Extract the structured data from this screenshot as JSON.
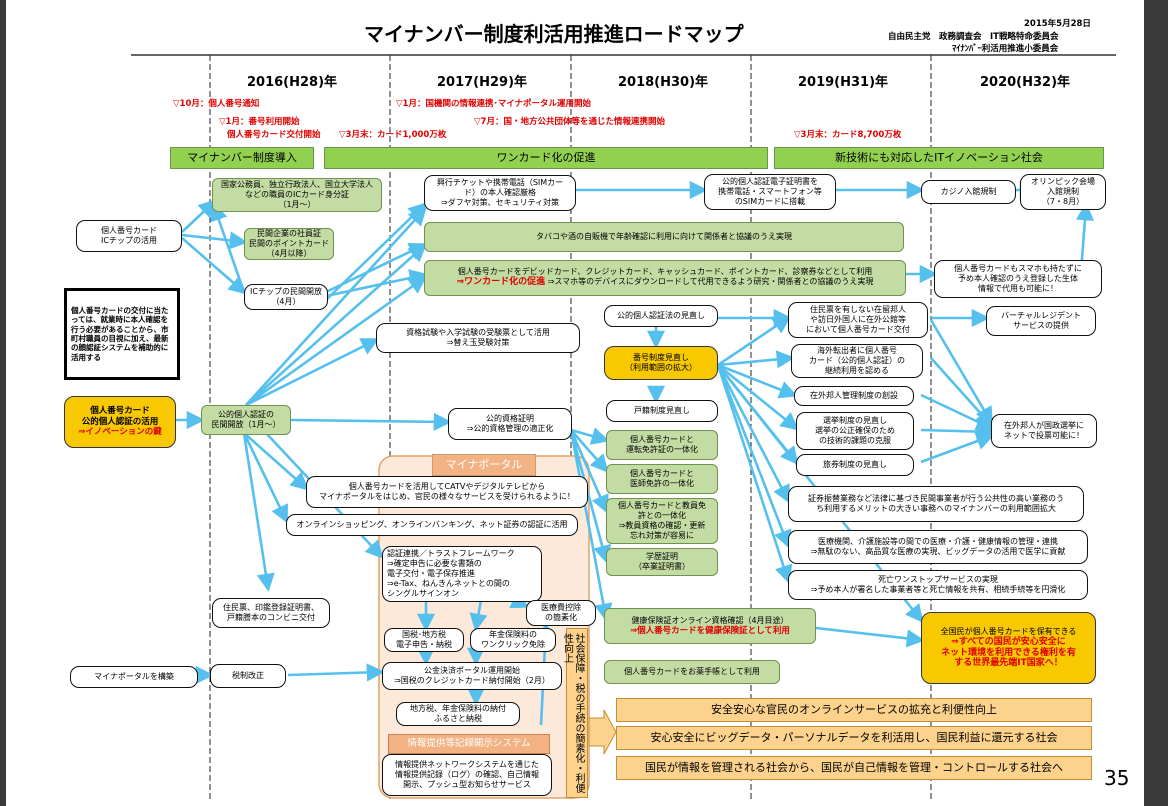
{
  "title": "マイナンバー制度利活用推進ロードマップ",
  "date": "2015年5月28日",
  "org_line1": "自由民主党　政務調査会　IT戦略特命委員会",
  "org_line2": "ﾏｲﾅﾝﾊﾞｰ利活用推進小委員会",
  "page_number": "35",
  "years": [
    "2016(H28)年",
    "2017(H29)年",
    "2018(H30)年",
    "2019(H31)年",
    "2020(H32)年"
  ],
  "milestones": {
    "m1": "▽10月：個人番号通知",
    "m2": "▽1月：番号利用開始",
    "m3": "個人番号カード交付開始",
    "m4": "▽3月末：カード1,000万枚",
    "m5": "▽1月：国機関の情報連携･マイナポータル運用開始",
    "m6": "▽7月：国・地方公共団体等を通じた情報連携開始",
    "m7": "▽3月末：カード8,700万枚"
  },
  "phases": {
    "p1": "マイナンバー制度導入",
    "p2": "ワンカード化の促進",
    "p3": "新技術にも対応したITイノベーション社会"
  },
  "note": "個人番号カードの交付に当たっては、就業時に本人確認を行う必要があることから、市町村職員の目視に加え、最新の顔認証システムを補助的に活用する",
  "boxes": {
    "b_ic_use": "個人番号カード\nICチップの活用",
    "b_civil": "国家公務員、独立行政法人、国立大学法人\nなどの職員のICカード身分証\n（1月～）",
    "b_private_pt": "民間企業の社員証\n民間のポイントカード\n（4月以降）",
    "b_ic_open": "ICチップの民間開放\n（4月）",
    "b_ticket": "興行チケットや携帯電話（SIMカー\nド）の本人確認厳格\n⇒ダフヤ対策、セキュリティ対策",
    "b_tobacco": "タバコや酒の自販機で年齢確認に利用に向けて関係者と協議のうえ実現",
    "b_onecard_l1": "個人番号カードをデビッドカード、クレジットカード、キャッシュカード、ポイントカード、診察券などとして利用",
    "b_onecard_red": "⇒ワンカード化の促進",
    "b_onecard_l2": "⇒スマホ等のデバイスにダウンロードして代用できるよう研究・関係者との協議のうえ実現",
    "b_exam": "資格試験や入学試験の受験票として活用\n⇒替え玉受験対策",
    "b_main_l1": "個人番号カード",
    "b_main_l2": "公的個人認証の活用",
    "b_main_l3": "⇒イノベーションの鍵",
    "b_jpki_open": "公的個人認証の\n民間開放（1月～）",
    "b_license": "公的資格証明\n⇒公的資格管理の適正化",
    "b_portal_hdr": "マイナポータル",
    "b_catv": "個人番号カードを活用してCATVやデジタルテレビから\nマイナポータルをはじめ、官民の様々なサービスを受けられるように！",
    "b_online": "オンラインショッピング、オンラインバンキング、ネット証券の認証に活用",
    "b_federation": "認証連携／トラストフレームワーク\n⇒確定申告に必要な書類の\n電子交付・電子保存推進\n⇒e-Tax、ねんきんネットとの間の\nシングルサインオン",
    "b_medical_cost": "医療費控除\nの簡素化",
    "b_tax_pay": "国税･地方税\n電子申告・納税",
    "b_pension_pay": "年金保険料の\nワンクリック免除",
    "b_kofu": "公金決済ポータル運用開始\n⇒国税のクレジットカード納付開始（2月）",
    "b_furusato": "地方税、年金保険料の納付\nふるさと納税",
    "b_disclose_hdr": "情報提供等記録開示システム",
    "b_disclose": "情報提供ネットワークシステムを通じた\n情報提供記録（ログ）の確認、自己情報\n開示、プッシュ型お知らせサービス",
    "b_vertical": "社会保障・税の手続の簡素化・利便性向上",
    "b_residence": "住民票、印鑑登録証明書、\n戸籍謄本のコンビニ交付",
    "b_portal_build": "マイナポータルを構築",
    "b_tax_reform": "税制改正",
    "b_smartphone": "公的個人認証電子証明書を\n携帯電話・スマートフォン等\nのSIMカードに搭載",
    "b_casino": "カジノ入館規制",
    "b_olympic": "オリンピック会場\n入館規制\n（7・8月）",
    "b_jpki_review": "公的個人認証法の見直し",
    "b_scope": "番号制度見直し\n（利用範囲の拡大）",
    "b_koseki": "戸籍制度見直し",
    "b_drive": "個人番号カードと\n運転免許証の一体化",
    "b_doctor": "個人番号カードと\n医師免許の一体化",
    "b_teacher": "個人番号カードと教員免\n許との一体化\n⇒教員資格の確認・更新\n忘れ対策が容易に",
    "b_degree": "学歴証明\n（卒業証明書）",
    "b_health_l1": "健康保険証オンライン資格確認（4月目途）",
    "b_health_red": "⇒個人番号カードを健康保険証として利用",
    "b_handbook": "個人番号カードをお薬手帳として利用",
    "b_smart_identity": "個人番号カードもスマホも持たずに\n予め本人確認のうえ登録した生体\n情報で代用も可能に！",
    "b_foreigner": "住民票を有しない在留邦人\nや訪日外国人に在外公館等\nにおいて個人番号カード交付",
    "b_overseas": "海外転出者に個人番号\nカード（公的個人認証）の\n継続利用を認める",
    "b_register": "在外邦人管理制度の創設",
    "b_election": "選挙制度の見直し\n選挙の公正確保のため\nの技術的課題の克服",
    "b_passport": "旅券制度の見直し",
    "b_virtual": "バーチャルレジデント\nサービスの提供",
    "b_evote": "在外邦人が国政選挙に\nネットで投票可能に！",
    "b_securities": "証券振替業務など法律に基づき民間事業者が行う公共性の高い業務のう\nち利用するメリットの大きい事務へのマイナンバーの利用範囲拡大",
    "b_care": "医療機関、介護施設等の間での医療・介護・健康情報の管理・連携\n⇒無駄のない、高品質な医療の実現、ビッグデータの活用で医学に貢献",
    "b_death": "死亡ワンストップサービスの実現\n⇒予め本人が署名した事業者等と死亡情報を共有、相続手続等を円滑化",
    "b_final_l1": "全国民が個人番号カードを保有できる",
    "b_final_red": "⇒すべての国民が安心安全に\nネット環境を利用できる権利を有\nする世界最先端IT国家へ！",
    "s1": "安全安心な官民のオンラインサービスの拡充と利便性向上",
    "s2": "安心安全にビッグデータ・パーソナルデータを利活用し、国民利益に還元する社会",
    "s3": "国民が情報を管理される社会から、国民が自己情報を管理・コントロールする社会へ"
  },
  "colors": {
    "milestone": "#e00000",
    "phase_green": "#92d050",
    "box_green": "#c3dca4",
    "highlight_orange": "#f8c800",
    "arrow_blue": "#55c0ee",
    "summary_orange": "#fcd28c"
  }
}
